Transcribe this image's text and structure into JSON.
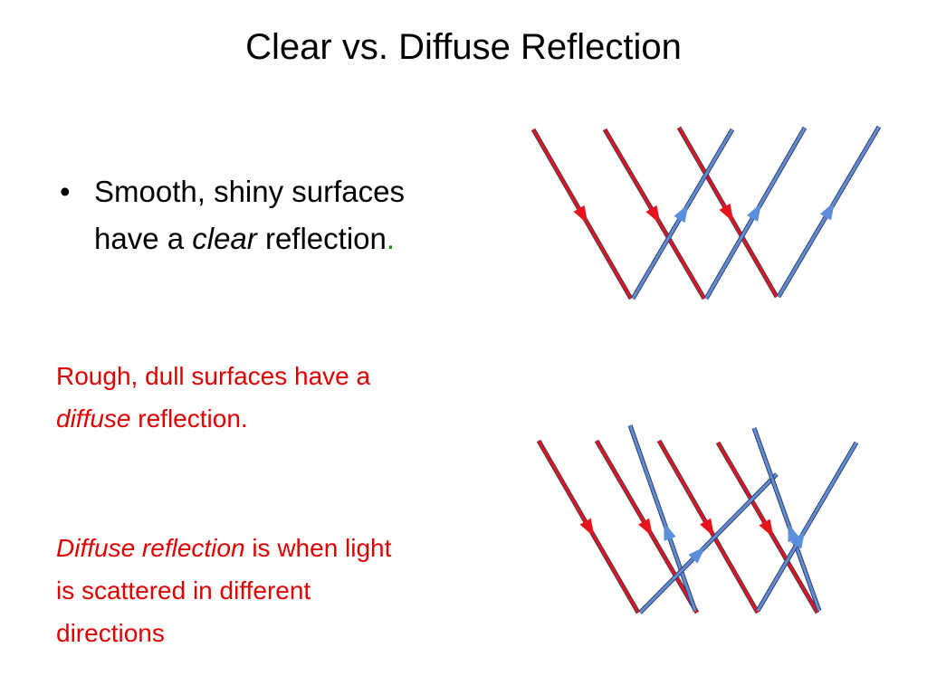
{
  "slide": {
    "title": "Clear vs. Diffuse Reflection",
    "bullet": {
      "marker": "•",
      "line1": "Smooth, shiny surfaces",
      "line2_prefix": "have a ",
      "line2_emphasis": "clear",
      "line2_suffix": " reflection",
      "line2_period": "."
    },
    "rough": {
      "line1": "Rough, dull surfaces have a",
      "line2_emphasis": "diffuse",
      "line2_suffix": "  reflection."
    },
    "definition": {
      "emphasis": "Diffuse reflection",
      "line1_suffix": " is when light",
      "line2": "is scattered in different",
      "line3": "directions"
    }
  },
  "colors": {
    "incident_ray": "#e8141c",
    "reflected_ray": "#5b8fdb",
    "ray_outline": "#3a3a5a"
  }
}
